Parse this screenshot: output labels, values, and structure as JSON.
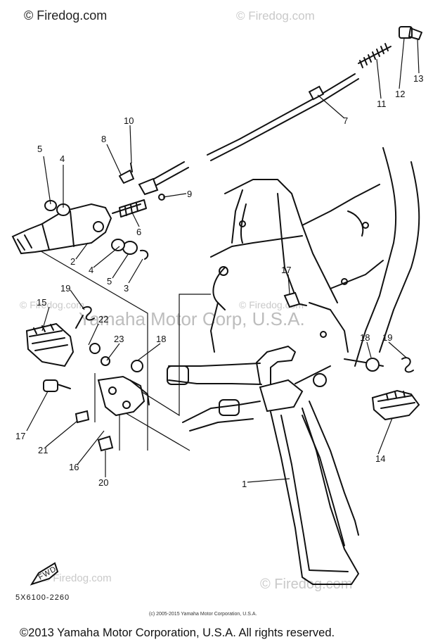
{
  "watermarks": {
    "top_left": "© Firedog.com",
    "top_right": "© Firedog.com",
    "mid_left": "© Firedog.com",
    "mid_center": "© Firedog.com",
    "bottom_left": "© Firedog.com",
    "bottom_right": "© Firedog.com",
    "overlay": "Yamaha Motor Corp, U.S.A."
  },
  "labels": {
    "l1": "1",
    "l2": "2",
    "l3": "3",
    "l4": "4",
    "l4a": "4",
    "l5": "5",
    "l5a": "5",
    "l6": "6",
    "l7": "7",
    "l8": "8",
    "l9": "9",
    "l10": "10",
    "l11": "11",
    "l12": "12",
    "l13": "13",
    "l14": "14",
    "l15": "15",
    "l16": "16",
    "l17": "17",
    "l17a": "17",
    "l18": "18",
    "l18a": "18",
    "l19": "19",
    "l19a": "19",
    "l20": "20",
    "l21": "21",
    "l22": "22",
    "l23": "23"
  },
  "fwd_label": "FWD",
  "diagram_code": "5X6100-2260",
  "footer_small": "(c) 2005-2015 Yamaha Motor Corporation, U.S.A.",
  "copyright": "©2013 Yamaha Motor Corporation, U.S.A. All rights reserved."
}
